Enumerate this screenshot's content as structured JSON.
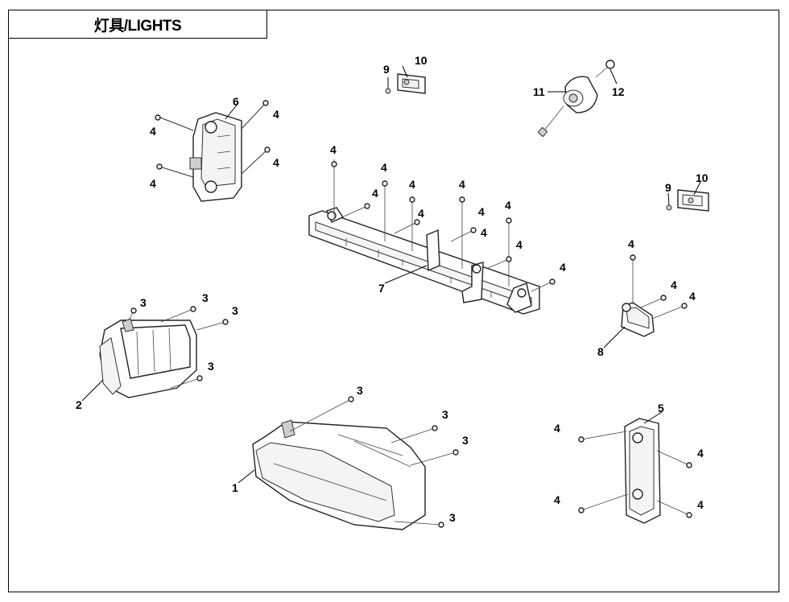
{
  "title": "灯具/LIGHTS",
  "callouts": {
    "c1": "1",
    "c2": "2",
    "c3": "3",
    "c4": "4",
    "c5": "5",
    "c6": "6",
    "c7": "7",
    "c8": "8",
    "c9": "9",
    "c10": "10",
    "c11": "11",
    "c12": "12"
  }
}
